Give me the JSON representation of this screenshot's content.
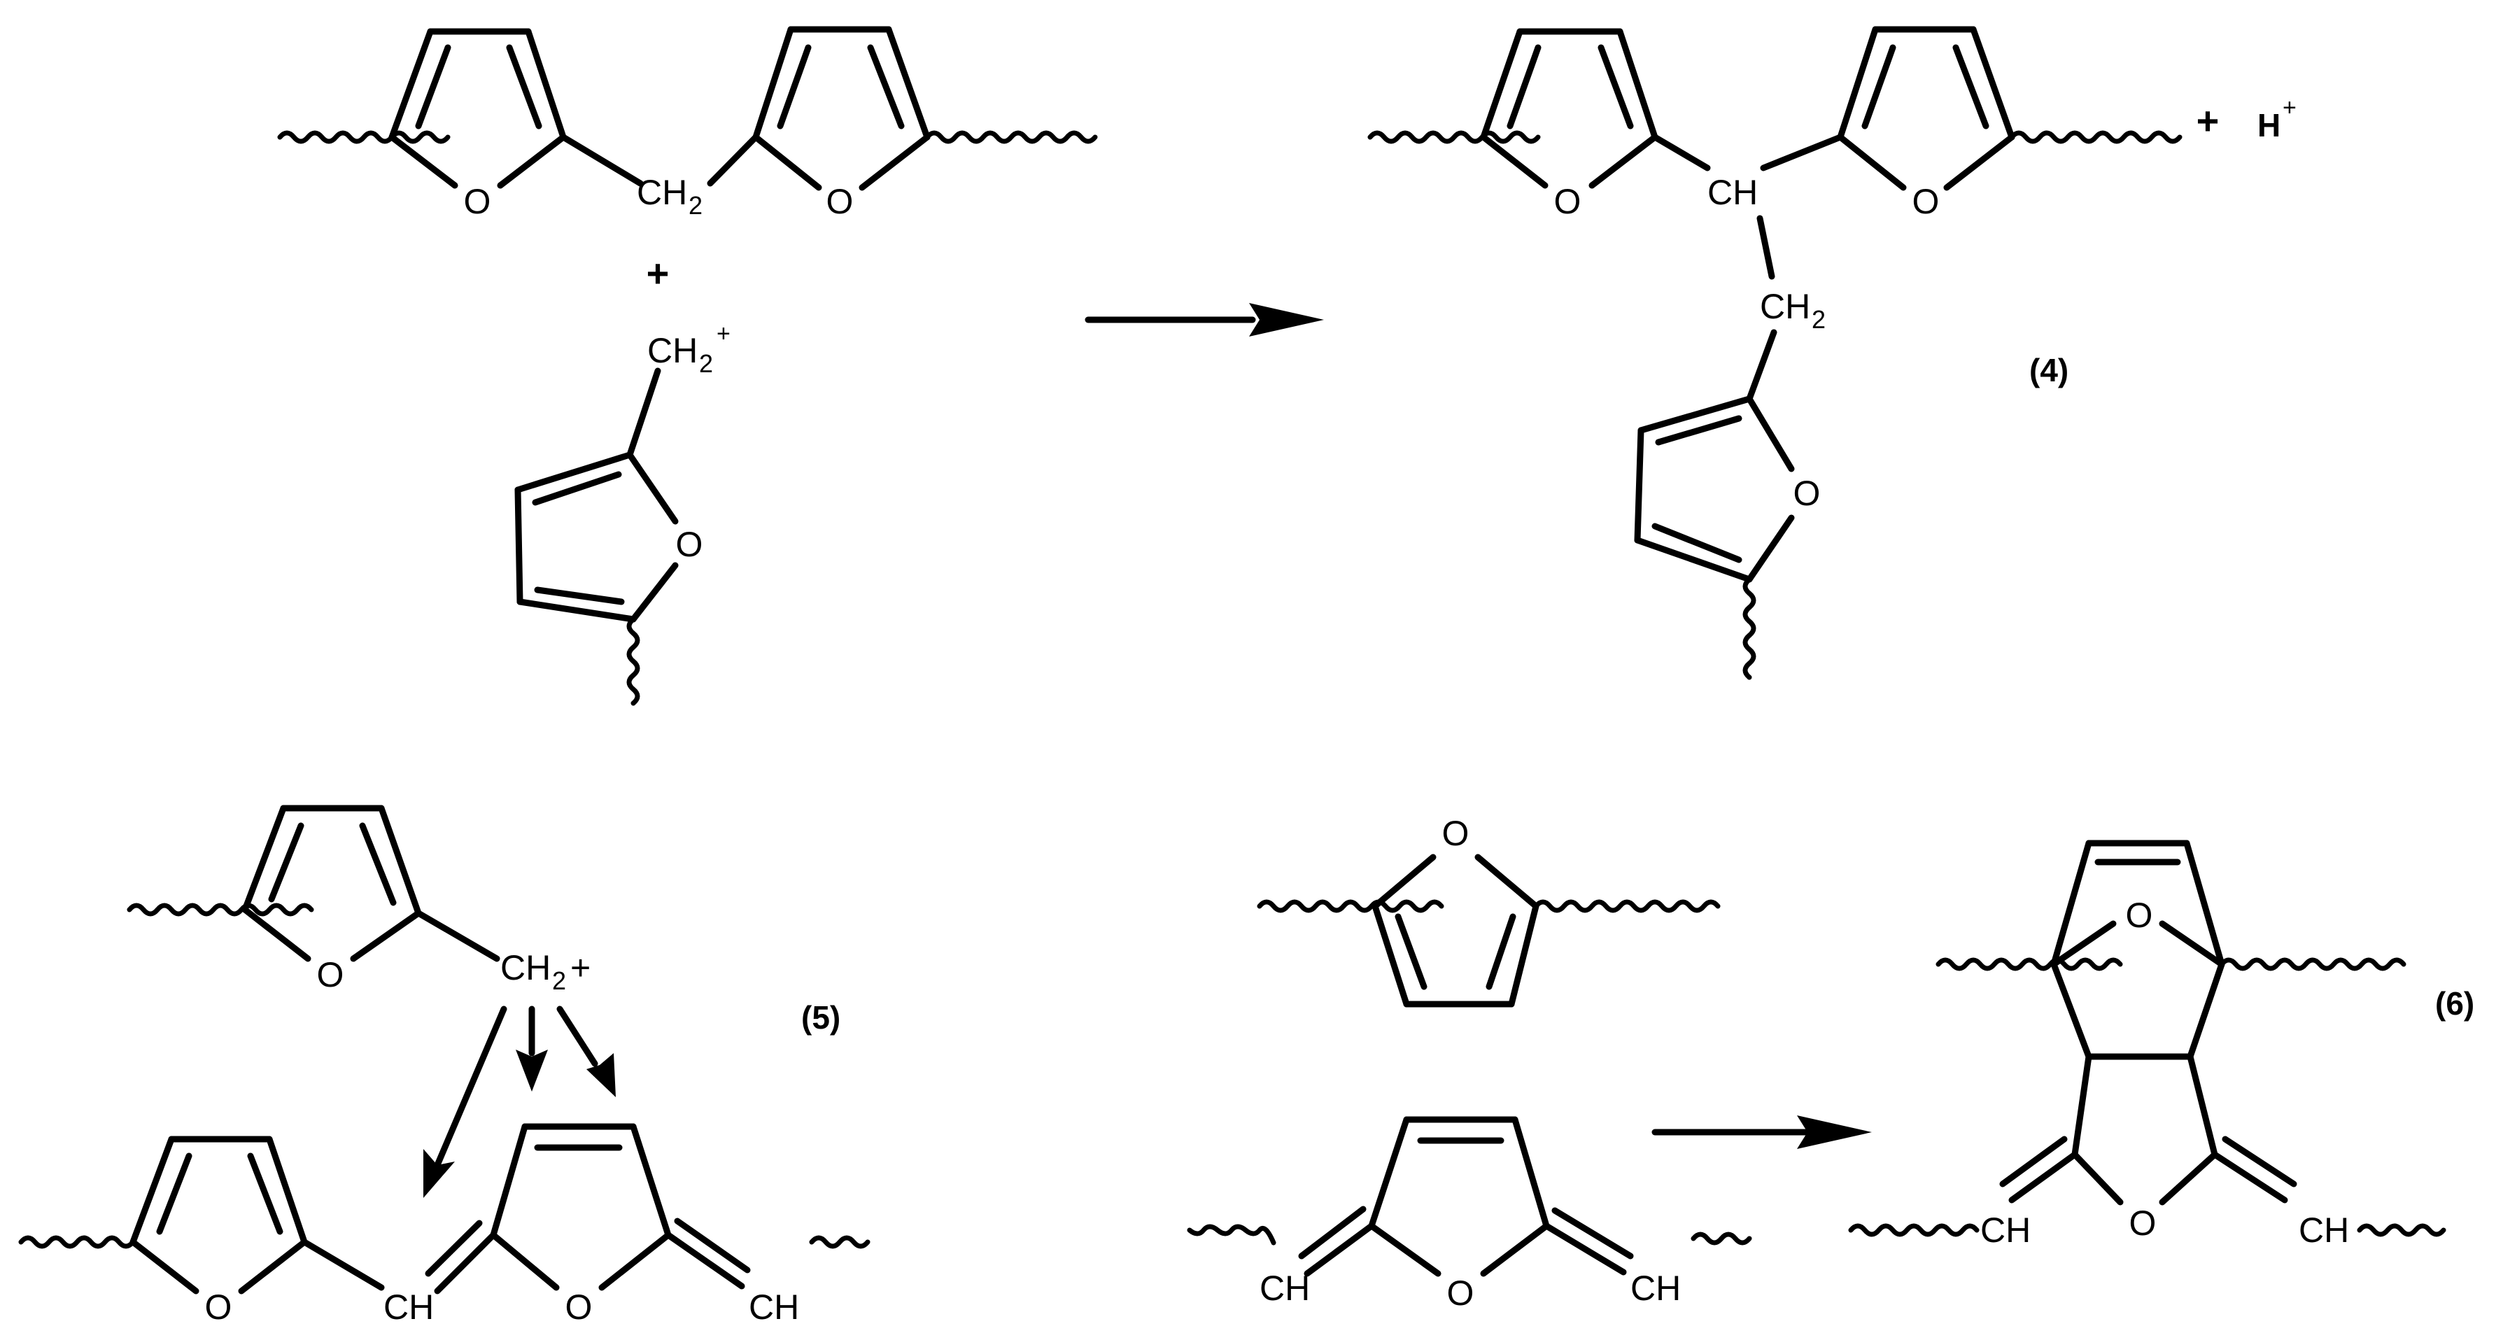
{
  "atoms": {
    "oxygen": "O",
    "methylene": "CH",
    "methine": "CH",
    "subscript_two": "2",
    "cation_sign": "+",
    "proton": "H",
    "proton_charge": "+"
  },
  "operators": {
    "plus": "+"
  },
  "labels": {
    "reaction_4": "(4)",
    "reaction_5": "(5)",
    "reaction_6": "(6)"
  }
}
